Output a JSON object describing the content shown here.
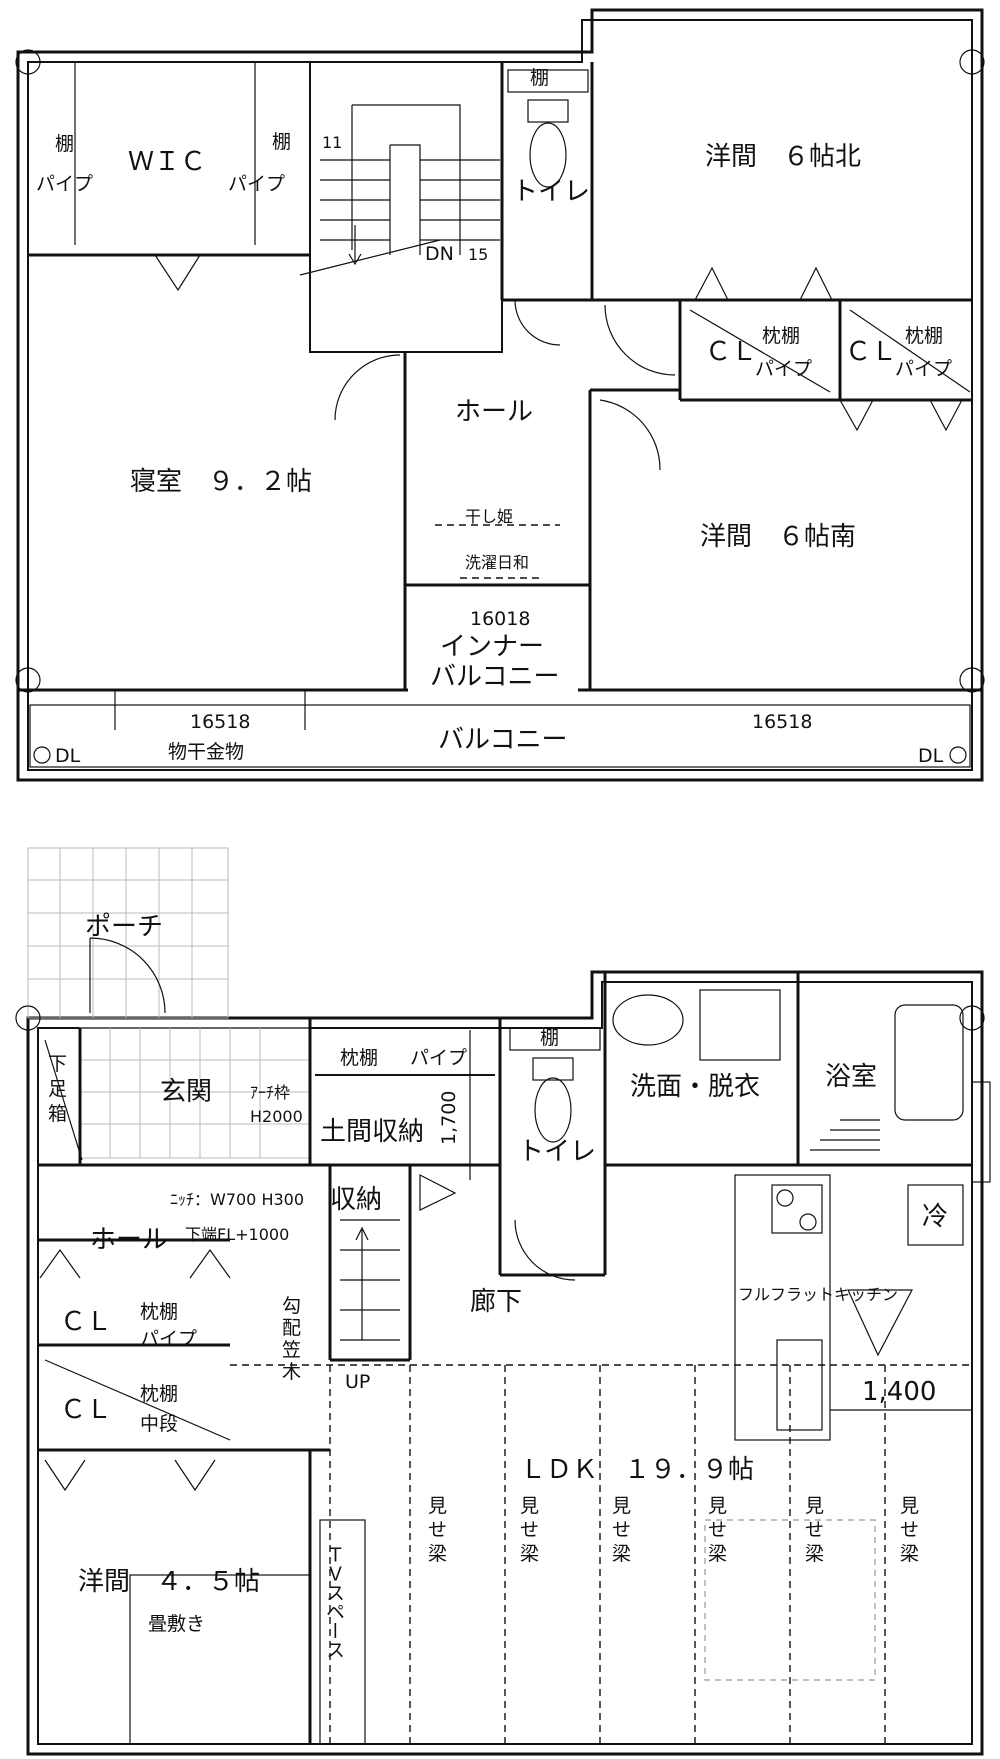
{
  "upper_floor": {
    "wic": "ＷＩＣ",
    "shelf": "棚",
    "pipe": "パイプ",
    "stair_up_count": "11",
    "stair_dn": "DN",
    "stair_dn_count": "15",
    "toilet": "トイレ",
    "north_room": "洋間　６帖北",
    "cl": "ＣＬ",
    "pillow_shelf": "枕棚",
    "hall": "ホール",
    "bedroom": "寝室　９．２帖",
    "south_room": "洋間　６帖南",
    "hoshihime": "干し姫",
    "sentaku_biyori": "洗濯日和",
    "code_center": "16018",
    "inner_balcony_1": "インナー",
    "inner_balcony_2": "バルコニー",
    "code_left": "16518",
    "code_right": "16518",
    "drying_hardware": "物干金物",
    "balcony": "バルコニー",
    "dl_left": "DL",
    "dl_right": "DL"
  },
  "lower_floor": {
    "porch": "ポーチ",
    "shoe_box_1": "下",
    "shoe_box_2": "足",
    "shoe_box_3": "箱",
    "entrance": "玄関",
    "arch_frame": "ｱｰﾁ枠",
    "arch_height": "H2000",
    "pillow_shelf": "枕棚",
    "pipe": "パイプ",
    "earth_storage": "土間収納",
    "dim_1700": "1,700",
    "shelf": "棚",
    "toilet": "トイレ",
    "washroom": "洗面・脱衣",
    "bathroom": "浴室",
    "niche_spec": "ﾆｯﾁ：W700  H300",
    "niche_bottom": "下端FL+1000",
    "hall": "ホール",
    "storage": "収納",
    "fridge": "冷",
    "corridor": "廊下",
    "kitchen": "フルフラットキッチン",
    "cl": "ＣＬ",
    "shelf_middle": "中段",
    "slope_1": "勾",
    "slope_2": "配",
    "slope_3": "笠",
    "slope_4": "木",
    "stair_up": "UP",
    "dim_1400": "1,400",
    "ldk": "ＬＤＫ　１９．９帖",
    "beam_1": "見",
    "beam_2": "せ",
    "beam_3": "梁",
    "western_room": "洋間　４．５帖",
    "tatami": "畳敷き",
    "tv_space": "ＴＶスペース"
  }
}
